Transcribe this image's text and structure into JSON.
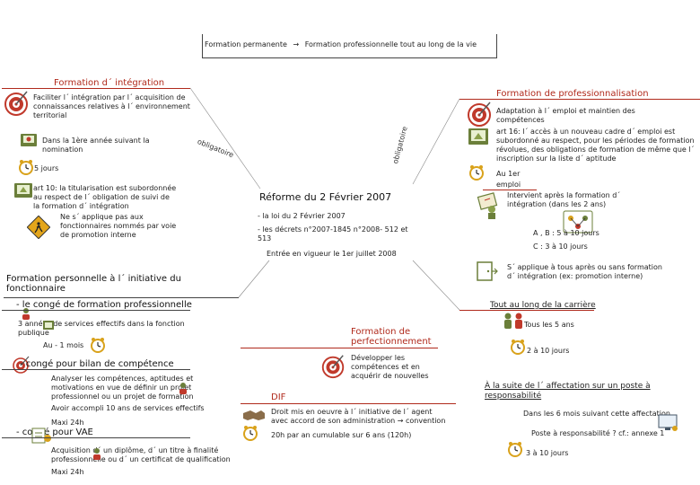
{
  "top": {
    "left": "Formation permanente",
    "arrow": "→",
    "right": "Formation professionnelle tout au long de la vie"
  },
  "integration": {
    "title": "Formation d´ intégration",
    "desc": "Faciliter l´ intégration par l´ acquisition de connaissances relatives à l´ environnement territorial",
    "oblig": "obligatoire",
    "first_year": "Dans la 1ère année suivant la nomination",
    "days": "5 jours",
    "art10": "art 10: la titularisation est subordonnée au respect de l´ obligation de suivi de la formation d´ intégration",
    "not_applied": "Ne s´ applique pas aux fonctionnaires nommés par voie de promotion interne"
  },
  "professionnalisation": {
    "title": "Formation de professionnalisation",
    "adaptation": "Adaptation à l´ emploi et maintien des compétences",
    "oblig": "obligatoire",
    "art16": "art 16: l´ accès à un nouveau cadre d´ emploi est subordonné au respect, pour les périodes de formation révolues, des obligations de formation de même que l´ inscription sur la liste d´ aptitude",
    "au1er": "Au 1er",
    "emploi": "emploi",
    "intervient": "Intervient après la formation d´ intégration (dans les 2 ans)",
    "ab": "A , B : 5 à 10 jours",
    "c": "C : 3 à 10 jours",
    "applique": "S´ applique à tous après ou sans formation d´ intégration (ex: promotion interne)",
    "tout_long": "Tout au long de la carrière",
    "tous5": "Tous les 5 ans",
    "jours2_10": "2 à 10 jours",
    "suite": "À la suite de l´ affectation sur un poste à responsabilité",
    "six_mois": "Dans les 6 mois suivant cette affectation",
    "poste": "Poste à responsabilité ? cf.: annexe 1",
    "jours3_10": "3 à 10 jours"
  },
  "center": {
    "title": "Réforme du 2 Février 2007",
    "loi": "- la loi du 2 Février 2007",
    "decrets": "- les décrets n°2007-1845 n°2008- 512 et 513",
    "vigueur": "Entrée en vigueur le 1er juillet 2008"
  },
  "personnelle": {
    "title": "Formation personnelle à l´ initiative du fonctionnaire",
    "conge_pro": "- le congé de formation professionnelle",
    "trois_annees": "3 années de services effectifs dans la fonction publique",
    "au1mois": "Au - 1 mois",
    "bilan": "- congé pour bilan de compétence",
    "analyser": "Analyser les compétences, aptitudes et motivations en vue de définir un projet professionnel ou un projet de formation",
    "avoir10": "Avoir accompli 10 ans de services effectifs",
    "maxi24_1": "Maxi 24h",
    "vae": "- congé pour VAE",
    "acquisition": "Acquisition d´ un diplôme, d´ un titre à finalité professionnelle ou d´ un certificat de qualification",
    "maxi24_2": "Maxi 24h"
  },
  "perfectionnement": {
    "title": "Formation de perfectionnement",
    "desc": "Développer les compétences et en acquérir de nouvelles"
  },
  "dif": {
    "title": "DIF",
    "droit": "Droit mis en oeuvre à l´ initiative de l´ agent avec accord de son administration → convention",
    "heures": "20h par an cumulable sur 6 ans (120h)"
  },
  "colors": {
    "accent": "#b02a1c",
    "text": "#222222",
    "dart_red": "#c0392b",
    "clock": "#d9a21b",
    "book": "#6b7f3a",
    "sign": "#e3a51b"
  }
}
